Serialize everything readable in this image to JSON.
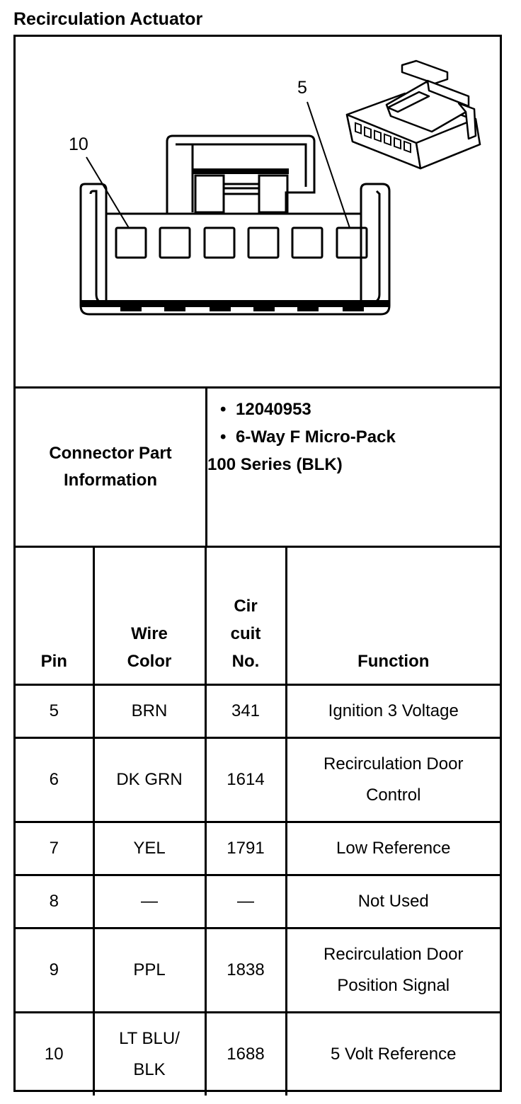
{
  "title": "Recirculation Actuator",
  "diagram": {
    "callout_left": "10",
    "callout_right": "5"
  },
  "connector": {
    "label": "Connector Part\nInformation",
    "part_number": "12040953",
    "description": "6-Way F Micro-Pack",
    "series": "100 Series (BLK)"
  },
  "table": {
    "headers": {
      "pin": "Pin",
      "wire_color": "Wire\nColor",
      "circuit": "Cir\ncuit\nNo.",
      "function": "Function"
    },
    "rows": [
      {
        "pin": "5",
        "wire": "BRN",
        "circuit": "341",
        "function": "Ignition 3 Voltage"
      },
      {
        "pin": "6",
        "wire": "DK GRN",
        "circuit": "1614",
        "function": "Recirculation Door\nControl"
      },
      {
        "pin": "7",
        "wire": "YEL",
        "circuit": "1791",
        "function": "Low Reference"
      },
      {
        "pin": "8",
        "wire": "—",
        "circuit": "—",
        "function": "Not Used"
      },
      {
        "pin": "9",
        "wire": "PPL",
        "circuit": "1838",
        "function": "Recirculation Door\nPosition Signal"
      },
      {
        "pin": "10",
        "wire": "LT BLU/\nBLK",
        "circuit": "1688",
        "function": "5 Volt Reference"
      }
    ]
  }
}
